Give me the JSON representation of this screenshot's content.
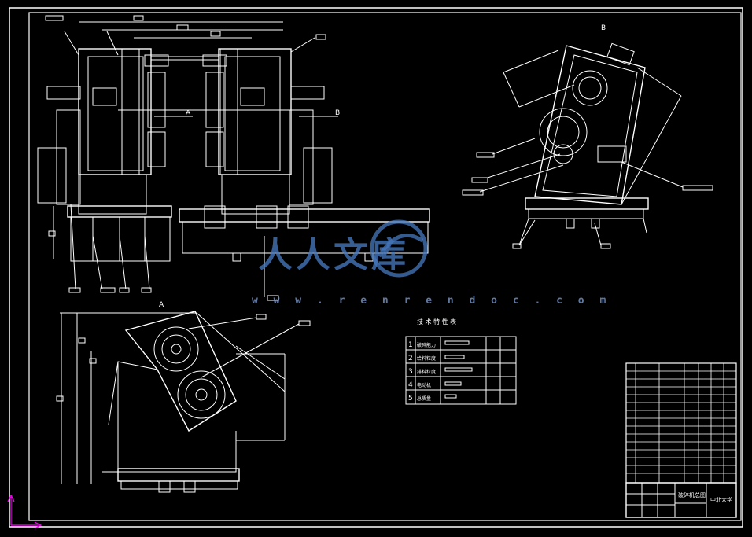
{
  "view_labels": {
    "a_left": "A",
    "b_right": "B",
    "b_top": "B",
    "a_bottom": "A"
  },
  "tech_table": {
    "title": "技 术 特 性 表",
    "rows": [
      {
        "no": "1",
        "name": "破碎能力"
      },
      {
        "no": "2",
        "name": "给料粒度"
      },
      {
        "no": "3",
        "name": "排料粒度"
      },
      {
        "no": "4",
        "name": "电动机"
      },
      {
        "no": "5",
        "name": "总质量"
      }
    ]
  },
  "title_block": {
    "drawing_name": "破碎机总图",
    "school": "中北大学"
  },
  "watermark": {
    "text": "人人文库",
    "url": "w w w . r e n r e n d o c . c o m"
  },
  "colors": {
    "background": "#000000",
    "line": "#ffffff",
    "accent": "#ff00ff",
    "watermark": "#4678be"
  }
}
